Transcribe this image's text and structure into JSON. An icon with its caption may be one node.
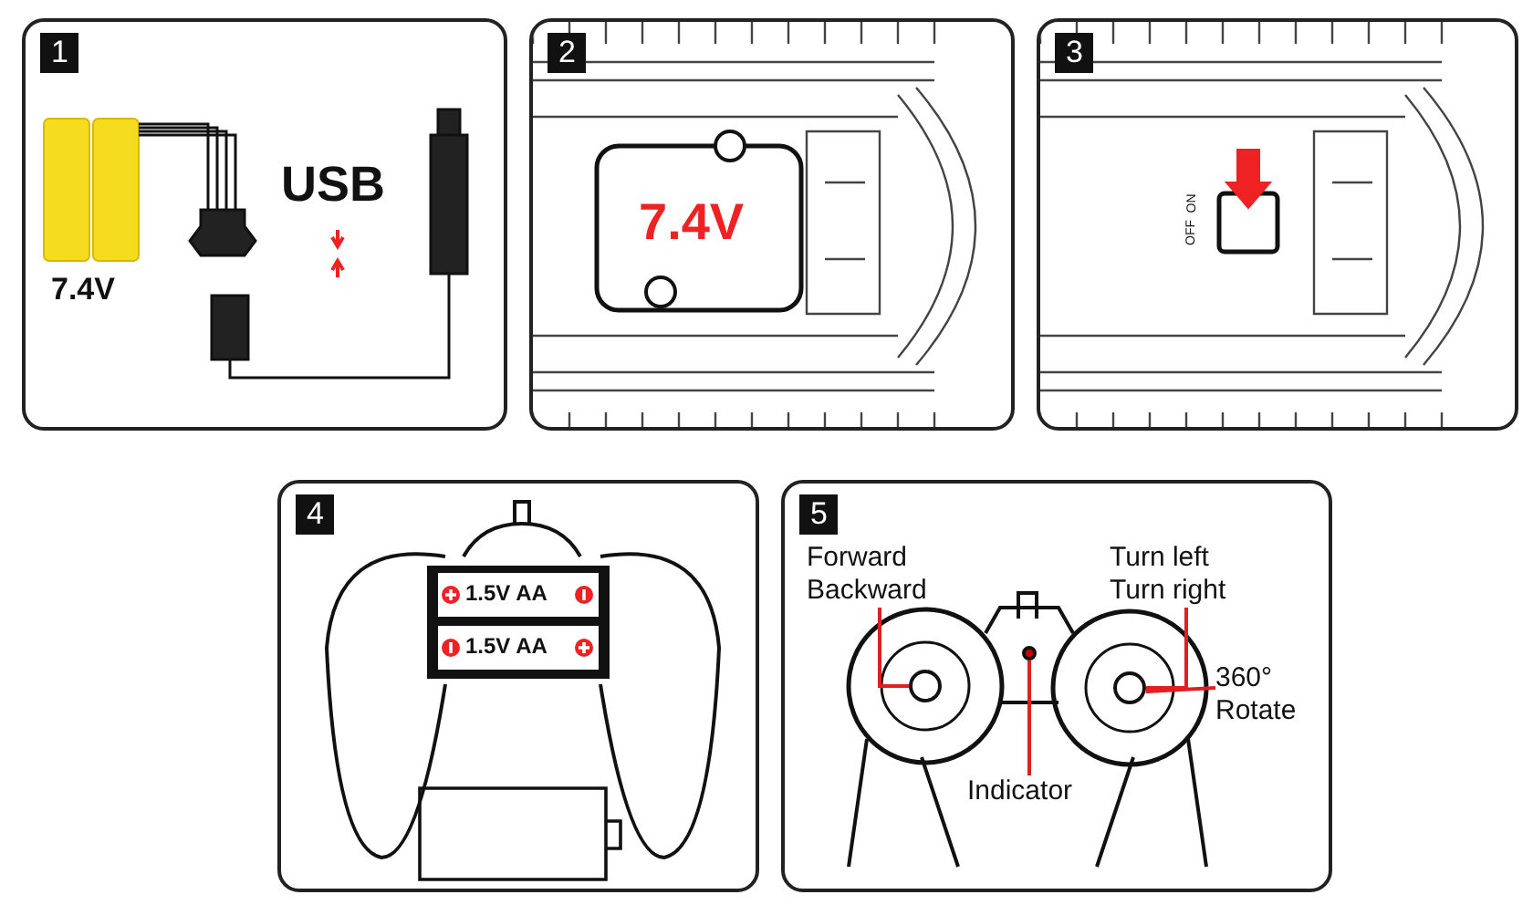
{
  "diagram": {
    "nodes": [
      {
        "text": [
          "1"
        ]
      },
      {
        "text": [
          "2"
        ]
      },
      {
        "text": [
          "3"
        ]
      },
      {
        "text": [
          "4"
        ]
      },
      {
        "text": [
          "5"
        ]
      },
      {
        "text": [
          "Forward Backward"
        ],
        "in": 4
      },
      {
        "text": [
          "Turn left Turn right"
        ],
        "in": 4
      },
      {
        "text": [
          "360° Rotate"
        ],
        "in": 4
      },
      {
        "text": [
          "Indicator"
        ],
        "in": 4
      },
      {
        "text": [],
        "shape": "circle",
        "in": 4
      },
      {
        "text": [],
        "shape": "circle",
        "in": 4
      },
      {
        "text": [],
        "shape": "circle",
        "in": 4
      }
    ],
    "edges": [
      {
        "from": 5,
        "to": 9,
        "arrow": "none"
      },
      {
        "from": 6,
        "to": 10,
        "arrow": "none"
      },
      {
        "from": 7,
        "to": 10,
        "arrow": "none"
      },
      {
        "from": 8,
        "to": 11,
        "arrow": "none"
      }
    ],
    "labels": [
      "USB",
      "7.4V",
      "7.4V",
      "ON",
      "OFF",
      "1.5V AA",
      "1.5V AA"
    ]
  }
}
